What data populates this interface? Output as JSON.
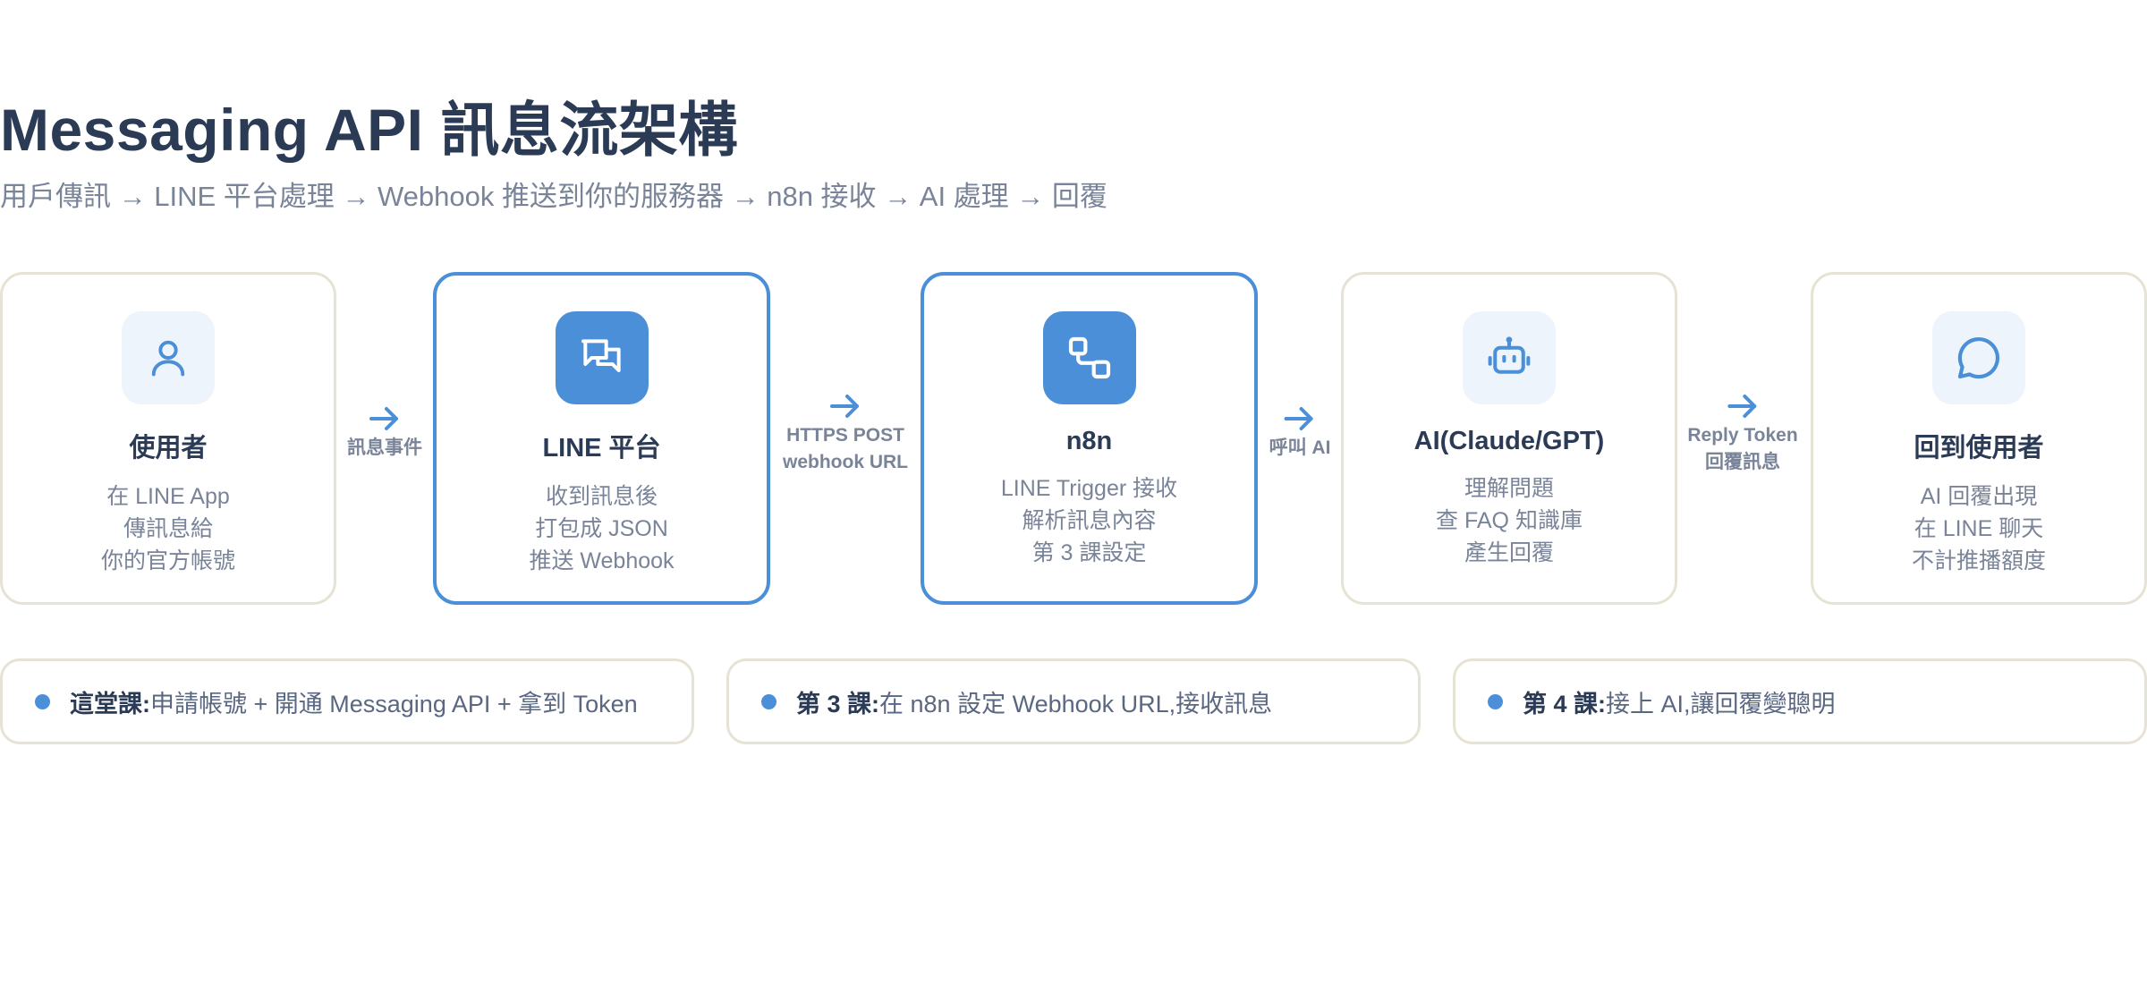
{
  "header": {
    "title": "Messaging API 訊息流架構",
    "subtitle": "用戶傳訊 → LINE 平台處理 → Webhook 推送到你的服務器 → n8n 接收 → AI 處理 → 回覆"
  },
  "nodes": [
    {
      "title": "使用者",
      "icon": "user-icon",
      "lines": [
        "在 LINE App",
        "傳訊息給",
        "你的官方帳號"
      ],
      "highlight": false
    },
    {
      "title": "LINE 平台",
      "icon": "chat-bubbles-icon",
      "lines": [
        "收到訊息後",
        "打包成 JSON",
        "推送 Webhook"
      ],
      "highlight": true
    },
    {
      "title": "n8n",
      "icon": "workflow-nodes-icon",
      "lines": [
        "LINE Trigger 接收",
        "解析訊息內容",
        "第 3 課設定"
      ],
      "highlight": true
    },
    {
      "title": "AI(Claude/GPT)",
      "icon": "bot-icon",
      "lines": [
        "理解問題",
        "查 FAQ 知識庫",
        "產生回覆"
      ],
      "highlight": false
    },
    {
      "title": "回到使用者",
      "icon": "message-circle-icon",
      "lines": [
        "AI 回覆出現",
        "在 LINE 聊天",
        "不計推播額度"
      ],
      "highlight": false
    }
  ],
  "connectors": [
    {
      "lines": [
        "訊息事件"
      ]
    },
    {
      "lines": [
        "HTTPS POST",
        "webhook URL"
      ]
    },
    {
      "lines": [
        "呼叫 AI"
      ]
    },
    {
      "lines": [
        "Reply Token",
        "回覆訊息"
      ]
    }
  ],
  "notes": [
    {
      "lead": "這堂課:",
      "text": "申請帳號 + 開通 Messaging API + 拿到 Token"
    },
    {
      "lead": "第 3 課:",
      "text": "在 n8n 設定 Webhook URL,接收訊息"
    },
    {
      "lead": "第 4 課:",
      "text": "接上 AI,讓回覆變聰明"
    }
  ],
  "colors": {
    "accent": "#4a8fd8",
    "accent_light": "#eef4fb",
    "card_border": "#e6e2d4",
    "title": "#2b3b55",
    "muted": "#7a8499"
  }
}
